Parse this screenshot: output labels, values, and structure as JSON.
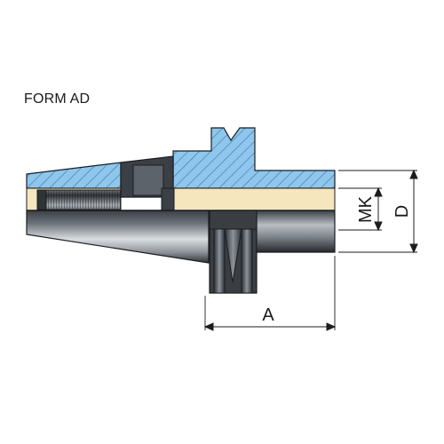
{
  "form_label": "FORM AD",
  "dimensions": {
    "a": "A",
    "mk": "MK",
    "d": "D"
  },
  "colors": {
    "section_blue": "#8fc6ec",
    "hatch_line": "#2d6fa5",
    "cavity_cream": "#f5e6bd",
    "steel_dark": "#2f3338",
    "steel_light": "#c9cdd2",
    "outline": "#1b1d20"
  }
}
